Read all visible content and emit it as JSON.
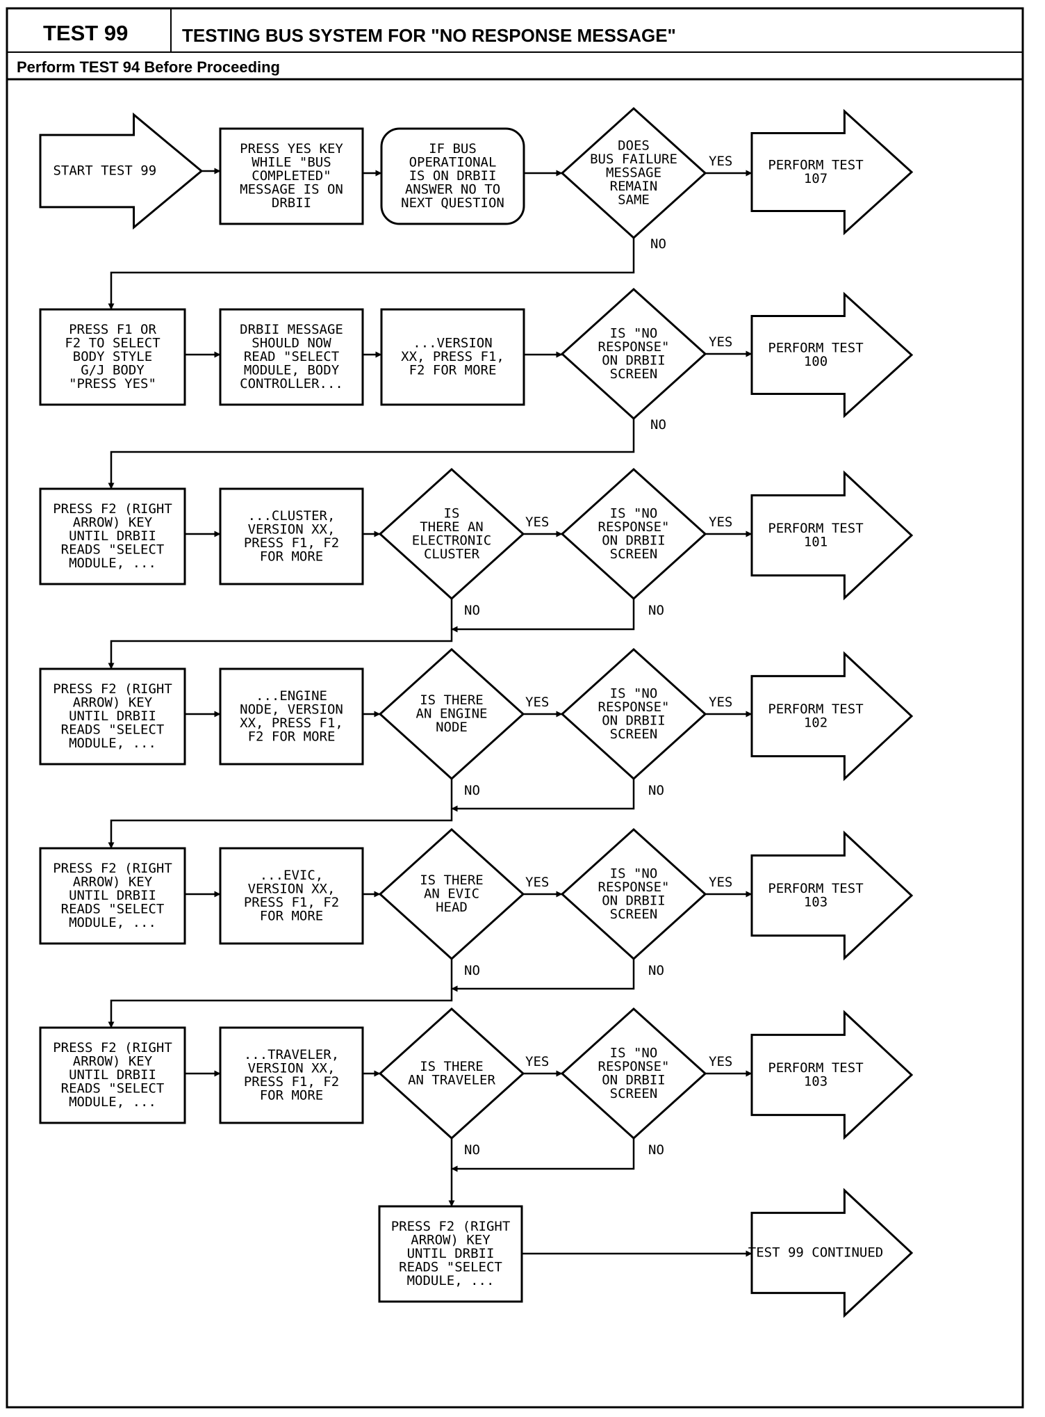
{
  "header": {
    "test_label": "TEST 99",
    "title": "TESTING BUS SYSTEM FOR \"NO RESPONSE MESSAGE\"",
    "subtitle": "Perform TEST 94 Before Proceeding"
  },
  "labels": {
    "yes": "YES",
    "no": "NO"
  },
  "nodes": {
    "start": {
      "lines": [
        "START TEST 99"
      ]
    },
    "r1n1": {
      "lines": [
        "PRESS YES KEY",
        "WHILE \"BUS",
        "COMPLETED\"",
        "MESSAGE IS ON",
        "DRBII"
      ]
    },
    "r1n2": {
      "lines": [
        "IF BUS",
        "OPERATIONAL",
        "IS ON DRBII",
        "ANSWER NO TO",
        "NEXT QUESTION"
      ]
    },
    "r1q": {
      "lines": [
        "DOES",
        "BUS FAILURE",
        "MESSAGE",
        "REMAIN",
        "SAME"
      ]
    },
    "r1out": {
      "lines": [
        "PERFORM TEST",
        "107"
      ]
    },
    "r2n1": {
      "lines": [
        "PRESS F1 OR",
        "F2 TO SELECT",
        "BODY STYLE",
        "G/J BODY",
        "\"PRESS YES\""
      ]
    },
    "r2n2": {
      "lines": [
        "DRBII MESSAGE",
        "SHOULD NOW",
        "READ \"SELECT",
        "MODULE, BODY",
        "CONTROLLER..."
      ]
    },
    "r2n3": {
      "lines": [
        "...VERSION",
        "XX, PRESS F1,",
        "F2 FOR MORE"
      ]
    },
    "r2q": {
      "lines": [
        "IS \"NO",
        "RESPONSE\"",
        "ON DRBII",
        "SCREEN"
      ]
    },
    "r2out": {
      "lines": [
        "PERFORM TEST",
        "100"
      ]
    },
    "r3n1": {
      "lines": [
        "PRESS F2 (RIGHT",
        "ARROW) KEY",
        "UNTIL DRBII",
        "READS \"SELECT",
        "MODULE, ..."
      ]
    },
    "r3n2": {
      "lines": [
        "...CLUSTER,",
        "VERSION XX,",
        "PRESS F1, F2",
        "FOR MORE"
      ]
    },
    "r3q1": {
      "lines": [
        "IS",
        "THERE AN",
        "ELECTRONIC",
        "CLUSTER"
      ]
    },
    "r3q2": {
      "lines": [
        "IS \"NO",
        "RESPONSE\"",
        "ON DRBII",
        "SCREEN"
      ]
    },
    "r3out": {
      "lines": [
        "PERFORM TEST",
        "101"
      ]
    },
    "r4n1": {
      "lines": [
        "PRESS F2 (RIGHT",
        "ARROW) KEY",
        "UNTIL DRBII",
        "READS \"SELECT",
        "MODULE, ..."
      ]
    },
    "r4n2": {
      "lines": [
        "...ENGINE",
        "NODE, VERSION",
        "XX, PRESS F1,",
        "F2 FOR MORE"
      ]
    },
    "r4q1": {
      "lines": [
        "IS THERE",
        "AN ENGINE",
        "NODE"
      ]
    },
    "r4q2": {
      "lines": [
        "IS \"NO",
        "RESPONSE\"",
        "ON DRBII",
        "SCREEN"
      ]
    },
    "r4out": {
      "lines": [
        "PERFORM TEST",
        "102"
      ]
    },
    "r5n1": {
      "lines": [
        "PRESS F2 (RIGHT",
        "ARROW) KEY",
        "UNTIL DRBII",
        "READS \"SELECT",
        "MODULE, ..."
      ]
    },
    "r5n2": {
      "lines": [
        "...EVIC,",
        "VERSION XX,",
        "PRESS F1, F2",
        "FOR MORE"
      ]
    },
    "r5q1": {
      "lines": [
        "IS THERE",
        "AN EVIC",
        "HEAD"
      ]
    },
    "r5q2": {
      "lines": [
        "IS \"NO",
        "RESPONSE\"",
        "ON DRBII",
        "SCREEN"
      ]
    },
    "r5out": {
      "lines": [
        "PERFORM TEST",
        "103"
      ]
    },
    "r6n1": {
      "lines": [
        "PRESS F2 (RIGHT",
        "ARROW) KEY",
        "UNTIL DRBII",
        "READS \"SELECT",
        "MODULE, ..."
      ]
    },
    "r6n2": {
      "lines": [
        "...TRAVELER,",
        "VERSION XX,",
        "PRESS F1, F2",
        "FOR MORE"
      ]
    },
    "r6q1": {
      "lines": [
        "IS THERE",
        "AN TRAVELER"
      ]
    },
    "r6q2": {
      "lines": [
        "IS \"NO",
        "RESPONSE\"",
        "ON DRBII",
        "SCREEN"
      ]
    },
    "r6out": {
      "lines": [
        "PERFORM TEST",
        "103"
      ]
    },
    "final": {
      "lines": [
        "PRESS F2 (RIGHT",
        "ARROW) KEY",
        "UNTIL DRBII",
        "READS \"SELECT",
        "MODULE, ..."
      ]
    },
    "finalout": {
      "lines": [
        "TEST 99 CONTINUED"
      ]
    }
  }
}
